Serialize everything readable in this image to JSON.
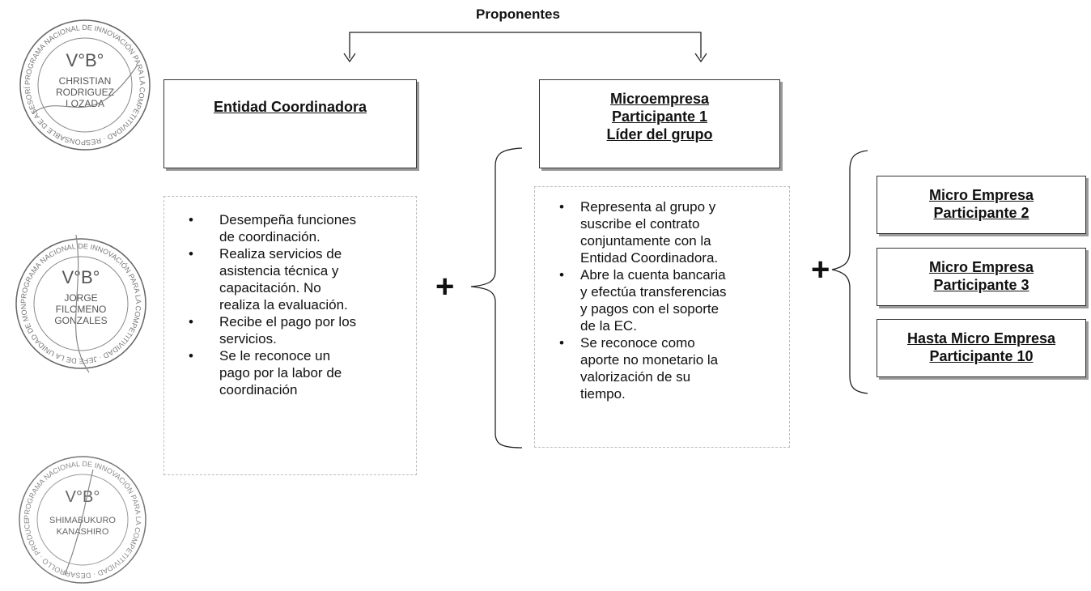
{
  "header": {
    "title": "Proponentes"
  },
  "coordinator": {
    "title": "Entidad Coordinadora",
    "bullets": [
      [
        "Desempeña funciones",
        "de coordinación."
      ],
      [
        "Realiza servicios de",
        "asistencia técnica y",
        "capacitación. No",
        "realiza la evaluación."
      ],
      [
        "Recibe el pago por los",
        "servicios."
      ],
      [
        "Se le reconoce un",
        "pago por la labor de",
        "coordinación"
      ]
    ]
  },
  "leader": {
    "title_lines": [
      "Microempresa",
      "Participante 1",
      "Líder del grupo"
    ],
    "bullets": [
      [
        "Representa al grupo y",
        "suscribe el contrato",
        "conjuntamente con la",
        "Entidad Coordinadora."
      ],
      [
        "Abre la cuenta bancaria",
        "y efectúa transferencias",
        "y pagos con el soporte",
        "de la EC."
      ],
      [
        "Se reconoce como",
        "aporte no monetario la",
        "valorización de su",
        "tiempo."
      ]
    ]
  },
  "participants": [
    {
      "lines": [
        "Micro Empresa",
        "Participante 2"
      ]
    },
    {
      "lines": [
        "Micro Empresa",
        "Participante 3"
      ]
    },
    {
      "lines": [
        "Hasta Micro Empresa",
        "Participante 10"
      ]
    }
  ],
  "symbols": {
    "plus": "+",
    "bullet": "•"
  },
  "stamps": [
    {
      "top": "V°B°",
      "lines": [
        "CHRISTIAN",
        "RODRIGUEZ",
        "LOZADA"
      ],
      "ring": "PROGRAMA NACIONAL DE INNOVACIÓN PARA LA COMPETITIVIDAD · RESPONSABLE DE ASESORÍA LEGAL · PRODUCE ·"
    },
    {
      "top": "V°B°",
      "lines": [
        "JORGE",
        "FILOMENO",
        "GONZALES"
      ],
      "ring": "PROGRAMA NACIONAL DE INNOVACIÓN PARA LA COMPETITIVIDAD · JEFE DE LA UNIDAD DE MONITOREO · PRODUCE ·"
    },
    {
      "top": "V°B°",
      "lines": [
        "SHIMABUKURO",
        "KANASHIRO"
      ],
      "ring": "PROGRAMA NACIONAL DE INNOVACIÓN PARA LA COMPETITIVIDAD · DESARROLLO · PRODUCE ·"
    }
  ]
}
